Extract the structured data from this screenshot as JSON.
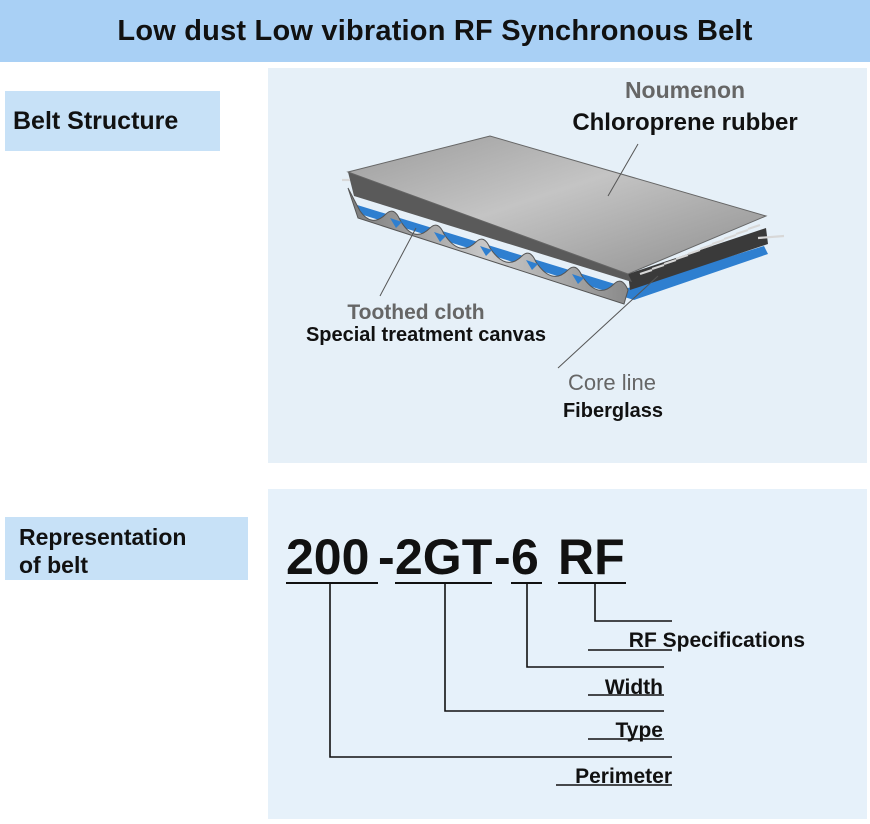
{
  "banner": {
    "title": "Low dust Low vibration RF Synchronous Belt"
  },
  "structure": {
    "label": "Belt Structure",
    "noumenon_label": "Noumenon",
    "noumenon_material": "Chloroprene rubber",
    "toothed_label": "Toothed cloth",
    "toothed_material": "Special treatment canvas",
    "core_label": "Core line",
    "core_material": "Fiberglass"
  },
  "representation": {
    "label_line1": "Representation",
    "label_line2": "of belt",
    "code_perimeter": "200",
    "code_dash1": "-",
    "code_type": "2GT",
    "code_dash2": "-",
    "code_width": "6",
    "code_spec": "RF",
    "rf_spec": "RF Specifications",
    "width": "Width",
    "type": "Type",
    "perimeter": "Perimeter"
  },
  "colors": {
    "banner": "#a9d0f5",
    "label_bg": "#c7e1f7",
    "panel_bg": "#e6f0f8",
    "belt_body": "#a9a9a9",
    "belt_teeth": "#2e7fd0",
    "gray_text": "#666666"
  }
}
